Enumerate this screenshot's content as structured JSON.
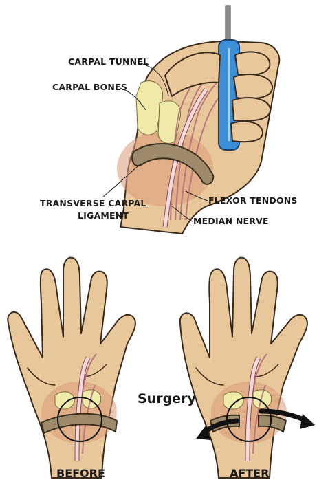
{
  "top_diagram": {
    "labels": {
      "carpal_tunnel": "CARPAL TUNNEL",
      "carpal_bones": "CARPAL BONES",
      "transverse_ligament_line1": "TRANSVERSE CARPAL",
      "transverse_ligament_line2": "LIGAMENT",
      "flexor_tendons": "FLEXOR TENDONS",
      "median_nerve": "MEDIAN NERVE"
    }
  },
  "bottom_diagram": {
    "procedure_label": "Surgery",
    "before_label": "BEFORE",
    "after_label": "AFTER"
  },
  "colors": {
    "skin": "#e8c79a",
    "screwdriver_handle": "#3a8fd6",
    "ligament": "#9c8a6a",
    "arrow": "#111111"
  },
  "icons": [
    "hand-gripping-screwdriver",
    "open-hand-before",
    "open-hand-after",
    "magnify-circle",
    "double-arrow"
  ]
}
